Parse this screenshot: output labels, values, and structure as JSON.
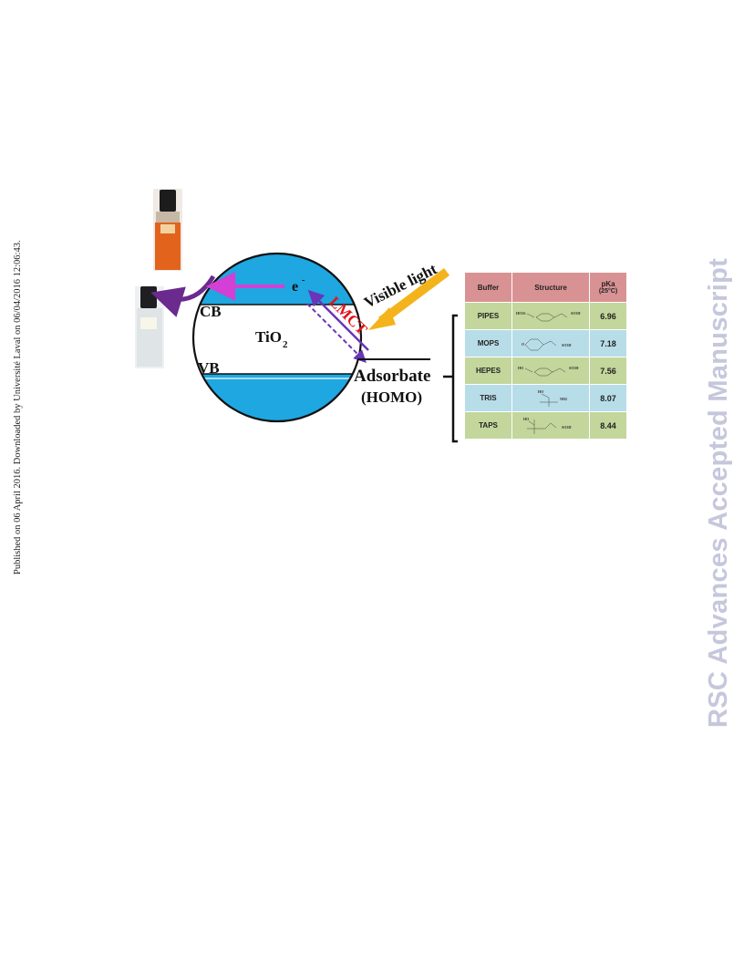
{
  "side_note": "Published on 06 April 2016. Downloaded by Université Laval on 06/04/2016 12:06:43.",
  "watermark": "RSC Advances Accepted Manuscript",
  "diagram": {
    "cb_label": "CB",
    "vb_label": "VB",
    "tio2_main": "TiO",
    "tio2_sub": "2",
    "electron_main": "e",
    "electron_sup": "-",
    "lmct_label": "LMCT",
    "visible_light_label": "Visible light",
    "adsorbate_label": "Adsorbate",
    "homo_label": "(HOMO)",
    "colors": {
      "band_fill": "#1ea7e1",
      "electron_arrow": "#d43fd6",
      "lmct_arrow": "#6a35b8",
      "lmct_text": "#e0151b",
      "light_arrow": "#f4b31b",
      "curved_arrow": "#6b2a8e",
      "vial_orange": "#e2631c",
      "vial_white": "#dfe4e6"
    }
  },
  "table": {
    "headers": [
      "Buffer",
      "Structure",
      "pKa (25°C)"
    ],
    "header_pka_top": "pKa",
    "header_pka_bottom": "(25°C)",
    "rows": [
      {
        "buffer": "PIPES",
        "pka": "6.96",
        "structure_left": "HO3S",
        "structure_right": "SO3H",
        "color": "green"
      },
      {
        "buffer": "MOPS",
        "pka": "7.18",
        "structure_left": "O",
        "structure_right": "SO3H",
        "color": "blue"
      },
      {
        "buffer": "HEPES",
        "pka": "7.56",
        "structure_left": "HO",
        "structure_right": "SO3H",
        "color": "green"
      },
      {
        "buffer": "TRIS",
        "pka": "8.07",
        "structure_left": "HO",
        "structure_right": "NH2",
        "color": "blue"
      },
      {
        "buffer": "TAPS",
        "pka": "8.44",
        "structure_left": "HO",
        "structure_right": "SO3H",
        "color": "green"
      }
    ]
  }
}
